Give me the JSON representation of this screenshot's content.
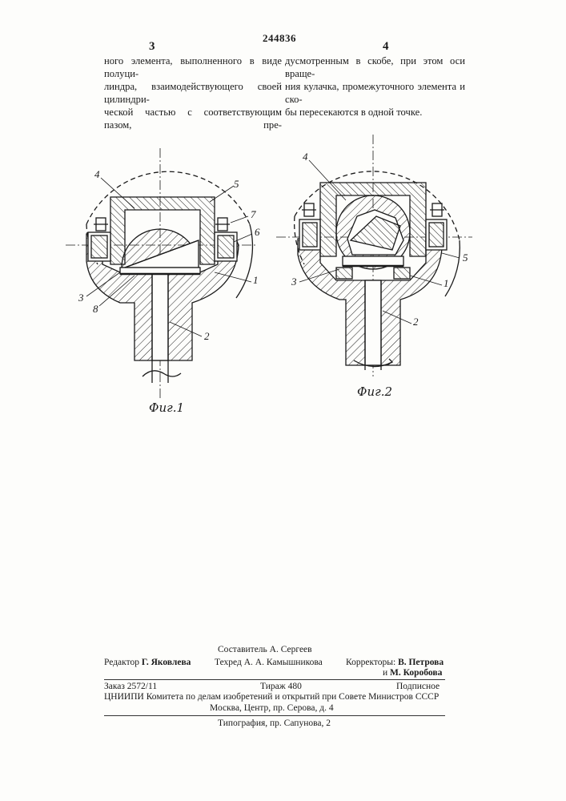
{
  "header": {
    "page_left": "3",
    "patent_number": "244836",
    "page_right": "4"
  },
  "columns": {
    "left": [
      "ного элемента, выполненного в виде полуци-",
      "линдра, взаимодействующего своей цилиндри-",
      "ческой частью с соответствующим пазом, пре-"
    ],
    "right": [
      "дусмотренным в скобе, при этом оси враще-",
      "ния кулачка, промежуточного элемента и ско-",
      "бы пересекаются в одной точке."
    ]
  },
  "figures": {
    "fig1": {
      "caption": "Фиг.1",
      "labels": [
        "4",
        "5",
        "7",
        "6",
        "1",
        "2",
        "3",
        "8"
      ]
    },
    "fig2": {
      "caption": "Фиг.2",
      "labels": [
        "4",
        "5",
        "1",
        "2",
        "3"
      ]
    }
  },
  "footer": {
    "compiler": "Составитель А. Сергеев",
    "editor_role": "Редактор",
    "editor_name": "Г. Яковлева",
    "techred_role": "Техред",
    "techred_name": "А. А. Камышникова",
    "correctors_role": "Корректоры:",
    "corrector_1": "В. Петрова",
    "corrector_2_prefix": "и",
    "corrector_2": "М. Коробова",
    "order": "Заказ 2572/11",
    "circulation": "Тираж 480",
    "subscription": "Подписное",
    "institute": "ЦНИИПИ Комитета по делам изобретений и открытий при Совете Министров СССР",
    "address": "Москва, Центр, пр. Серова, д. 4",
    "printing": "Типография, пр. Сапунова, 2"
  },
  "colors": {
    "ink": "#1a1a1a",
    "paper": "#fdfdfb"
  }
}
